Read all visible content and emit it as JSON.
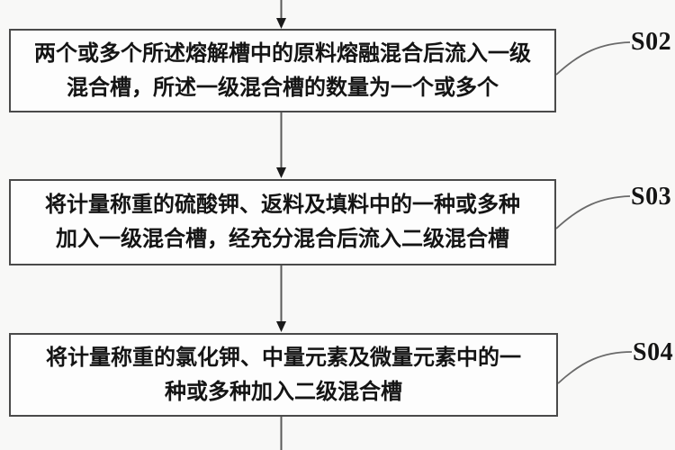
{
  "figure": {
    "type": "flowchart",
    "orientation": "vertical",
    "steps": [
      {
        "label": "S02",
        "text": "两个或多个所述熔解槽中的原料熔融混合后流入一级混合槽，所述一级混合槽的数量为一个或多个",
        "lines": [
          "两个或多个所述熔解槽中的原料熔融混合后流入一级",
          "混合槽，所述一级混合槽的数量为一个或多个"
        ]
      },
      {
        "label": "S03",
        "text": "将计量称重的硫酸钾、返料及填料中的一种或多种加入一级混合槽，经充分混合后流入二级混合槽",
        "lines": [
          "将计量称重的硫酸钾、返料及填料中的一种或多种",
          "加入一级混合槽，经充分混合后流入二级混合槽"
        ]
      },
      {
        "label": "S04",
        "text": "将计量称重的氯化钾、中量元素及微量元素中的一种或多种加入二级混合槽",
        "lines": [
          "将计量称重的氯化钾、中量元素及微量元素中的一",
          "种或多种加入二级混合槽"
        ]
      }
    ],
    "colors": {
      "background": "#f8f8f7",
      "box_fill": "#fdfdfd",
      "box_border": "#4a4a4a",
      "connector": "#5a5a5a",
      "arrowhead": "#1a1a1a",
      "leader": "#6a6a6a",
      "text": "#141414"
    }
  }
}
